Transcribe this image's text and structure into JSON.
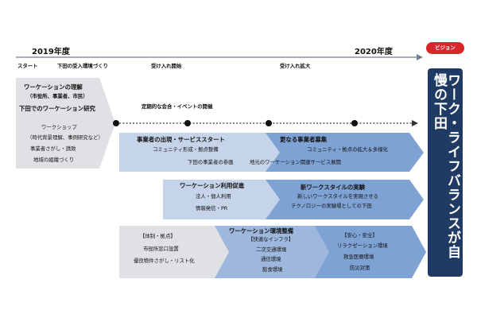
{
  "header": {
    "year_start": "2019年度",
    "year_end": "2020年度",
    "vision_badge": "ビジョン",
    "milestones": [
      "スタート",
      "下田の受入環境づくり",
      "受け入れ開始",
      "受け入れ拡大"
    ],
    "meeting_note": "定期的な会合・イベントの開催"
  },
  "prep_box": {
    "title1": "ワーケーションの理解",
    "title1_sub": "（市役所、事業者、市民）",
    "title2": "下田でのワーケーション研究",
    "items": [
      "ワークショップ",
      "（時代背景理解、事例研究など）",
      "事業者さがし・誘致",
      "地域の組織づくり"
    ]
  },
  "row1": {
    "left_title": "事業者の出現・サービススタート",
    "left_items": [
      "コミュニティ形成・拠点整備",
      "下田の事業者の参画"
    ],
    "right_title": "更なる事業者募集",
    "right_items": [
      "コミュニティ・拠点の拡大＆多様化",
      "地元のワーケーション関連サービス展開"
    ]
  },
  "row2": {
    "left_title": "ワーケーション利用促進",
    "left_items": [
      "法人・個人利用",
      "情報発信・PR"
    ],
    "right_title": "新ワークスタイルの実験",
    "right_items": [
      "新しいワークスタイルを実現させる",
      "テクノロジーの実験場としての下田"
    ]
  },
  "row3": {
    "title": "ワーケーション環境整備",
    "col1_head": "【体制・拠点】",
    "col1_items": [
      "市役所窓口設置",
      "優良物件さがし・リスト化"
    ],
    "col2_head": "【快適なインフラ】",
    "col2_items": [
      "二次交通環境",
      "通信環境",
      "飲食環境"
    ],
    "col3_head": "【安心・安全】",
    "col3_items": [
      "リラクゼーション環境",
      "救急医療環境",
      "防災対策"
    ]
  },
  "vision": {
    "text": "ワーク・ライフバランスが自慢の下田"
  },
  "colors": {
    "navy": "#1f3b64",
    "red_badge": "#d9262b",
    "grey_arrow": "#dfe1e4",
    "blue_light": "#c6d4ea",
    "blue_mid": "#9db7dd",
    "blue_deep": "#7fa2d4",
    "timeline": "#6e7f93"
  }
}
